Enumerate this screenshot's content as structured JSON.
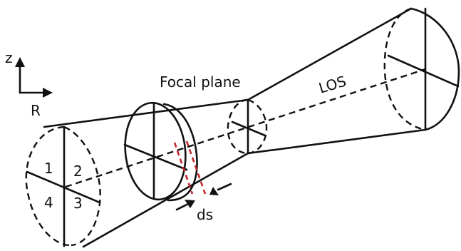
{
  "labels": {
    "axis_z": "z",
    "axis_r": "R",
    "focal_plane": "Focal plane",
    "los": "LOS",
    "ds": "ds",
    "q1": "1",
    "q2": "2",
    "q3": "3",
    "q4": "4"
  },
  "colors": {
    "line": "#111111",
    "slice": "#c0262b"
  }
}
